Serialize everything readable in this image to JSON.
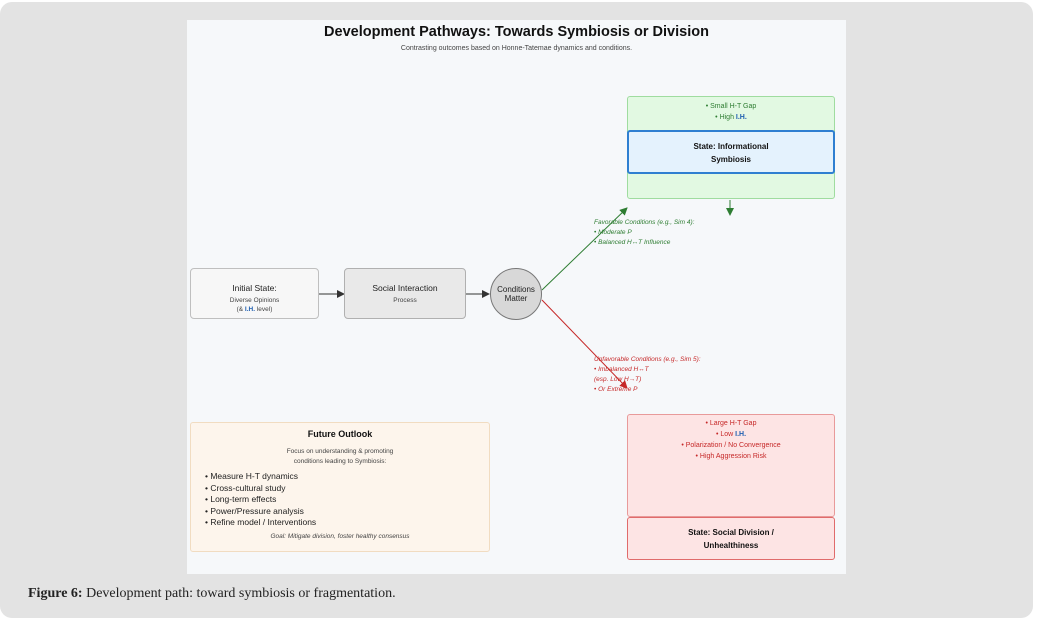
{
  "figure": {
    "title": "Development Pathways: Towards Symbiosis or Division",
    "subtitle": "Contrasting outcomes based on Honne-Tatemae dynamics and conditions.",
    "initial_state": {
      "title": "Initial State:",
      "line1": "Diverse Opinions",
      "line2_prefix": "(& ",
      "line2_highlight": "I.H.",
      "line2_suffix": " level)"
    },
    "social_interaction": {
      "title": "Social Interaction",
      "subtitle": "Process"
    },
    "conditions": {
      "line1": "Conditions",
      "line2": "Matter"
    },
    "favorable": {
      "heading": "Favorable Conditions (e.g., Sim 4):",
      "items": [
        "• Moderate P",
        "• Balanced H↔T Influence"
      ]
    },
    "unfavorable": {
      "heading": "Unfavorable Conditions (e.g., Sim 5):",
      "items": [
        "• Imbalanced H↔T",
        "(esp. Low H→T)",
        "• Or Extreme P"
      ]
    },
    "symbiosis": {
      "bullet1": "• Small H-T Gap",
      "bullet2_prefix": "• High ",
      "bullet2_highlight": "I.H.",
      "state_line1": "State: Informational",
      "state_line2": "Symbiosis"
    },
    "division": {
      "bullet1": "• Large H-T Gap",
      "bullet2_prefix": "• Low ",
      "bullet2_highlight": "I.H.",
      "bullet3": "• Polarization / No Convergence",
      "bullet4": "• High Aggression Risk",
      "state_line1": "State: Social Division /",
      "state_line2": "Unhealthiness"
    },
    "outlook": {
      "title": "Future Outlook",
      "desc_line1": "Focus on understanding & promoting",
      "desc_line2": "conditions leading to Symbiosis:",
      "items": [
        "Measure H-T dynamics",
        "Cross-cultural study",
        "Long-term effects",
        "Power/Pressure analysis",
        "Refine model / Interventions"
      ],
      "goal": "Goal: Mitigate division, foster healthy consensus"
    },
    "colors": {
      "favorable": "#2e7d32",
      "unfavorable": "#c62828",
      "symbiosis_border": "#2f7fd1",
      "highlight": "#1f5fb0"
    }
  },
  "caption": {
    "label": "Figure 6:",
    "text": " Development path: toward symbiosis or fragmentation."
  }
}
